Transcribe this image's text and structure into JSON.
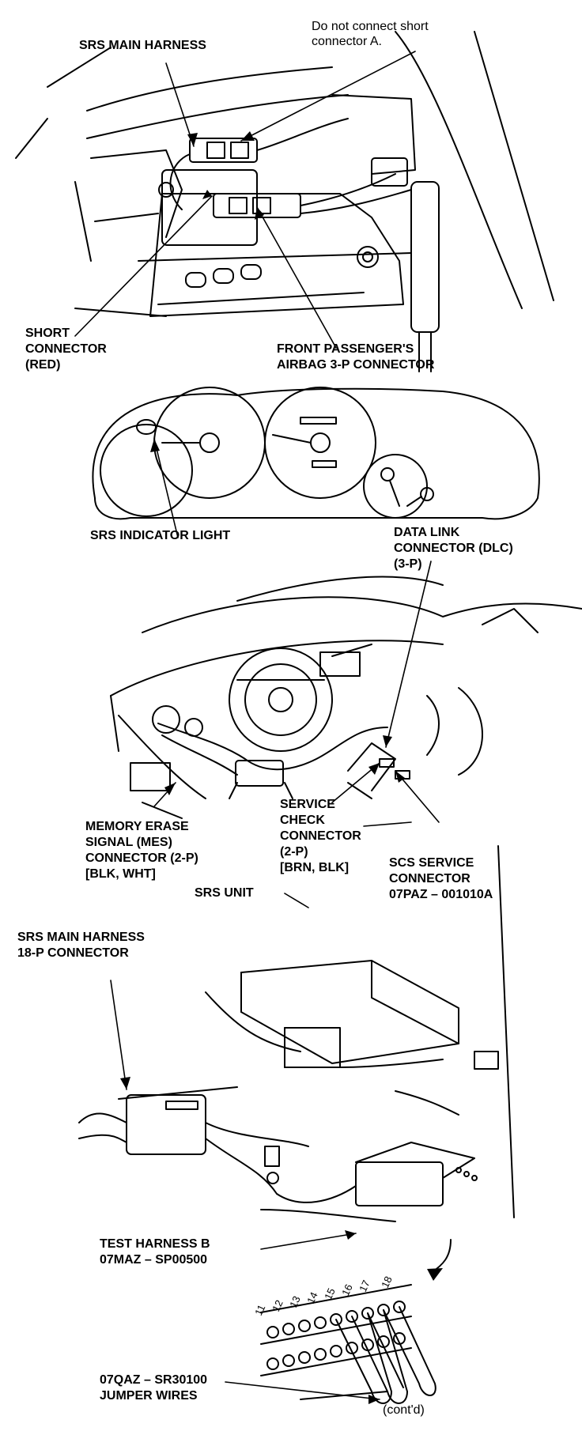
{
  "panel1": {
    "srs_main_harness": "SRS MAIN HARNESS",
    "note_line1": "Do not connect short",
    "note_line2": "connector A.",
    "short_connector_line1": "SHORT",
    "short_connector_line2": "CONNECTOR",
    "short_connector_line3": "(RED)",
    "front_passenger_line1": "FRONT PASSENGER'S",
    "front_passenger_line2": "AIRBAG 3-P CONNECTOR"
  },
  "panel2": {
    "srs_indicator": "SRS INDICATOR LIGHT"
  },
  "panel3": {
    "dlc_line1": "DATA LINK",
    "dlc_line2": "CONNECTOR (DLC)",
    "dlc_line3": "(3-P)",
    "mes_line1": "MEMORY ERASE",
    "mes_line2": "SIGNAL (MES)",
    "mes_line3": "CONNECTOR (2-P)",
    "mes_line4": "[BLK, WHT]",
    "scc_line1": "SERVICE",
    "scc_line2": "CHECK",
    "scc_line3": "CONNECTOR",
    "scc_line4": "(2-P)",
    "scc_line5": "[BRN, BLK]",
    "scs_line1": "SCS SERVICE",
    "scs_line2": "CONNECTOR",
    "scs_line3": "07PAZ – 001010A"
  },
  "panel4": {
    "srs_unit": "SRS UNIT",
    "harness18_line1": "SRS MAIN HARNESS",
    "harness18_line2": "18-P CONNECTOR",
    "test_harness_line1": "TEST HARNESS B",
    "test_harness_line2": "07MAZ – SP00500",
    "pin_numbers": [
      "11",
      "12",
      "13",
      "14",
      "15",
      "16",
      "17",
      "18"
    ],
    "jumper_line1": "07QAZ – SR30100",
    "jumper_line2": "JUMPER WIRES",
    "contd": "(cont'd)"
  }
}
